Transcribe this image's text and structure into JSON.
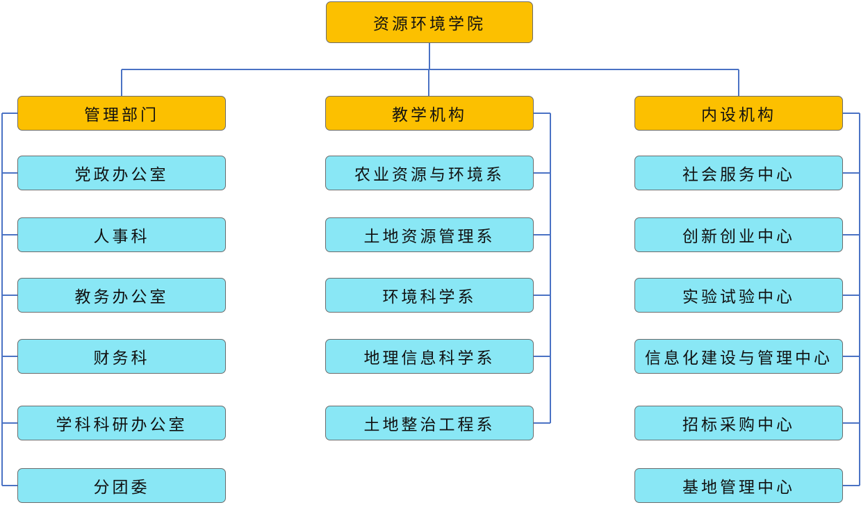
{
  "colors": {
    "header_fill": "#fcc000",
    "leaf_fill": "#89e7f5",
    "connector": "#4a72c4",
    "border": "#6b6b6b"
  },
  "org": {
    "root": "资源环境学院",
    "branches": [
      {
        "title": "管理部门",
        "items": [
          "党政办公室",
          "人事科",
          "教务办公室",
          "财务科",
          "学科科研办公室",
          "分团委"
        ]
      },
      {
        "title": "教学机构",
        "items": [
          "农业资源与环境系",
          "土地资源管理系",
          "环境科学系",
          "地理信息科学系",
          "土地整治工程系"
        ]
      },
      {
        "title": "内设机构",
        "items": [
          "社会服务中心",
          "创新创业中心",
          "实验试验中心",
          "信息化建设与管理中心",
          "招标采购中心",
          "基地管理中心"
        ]
      }
    ]
  }
}
